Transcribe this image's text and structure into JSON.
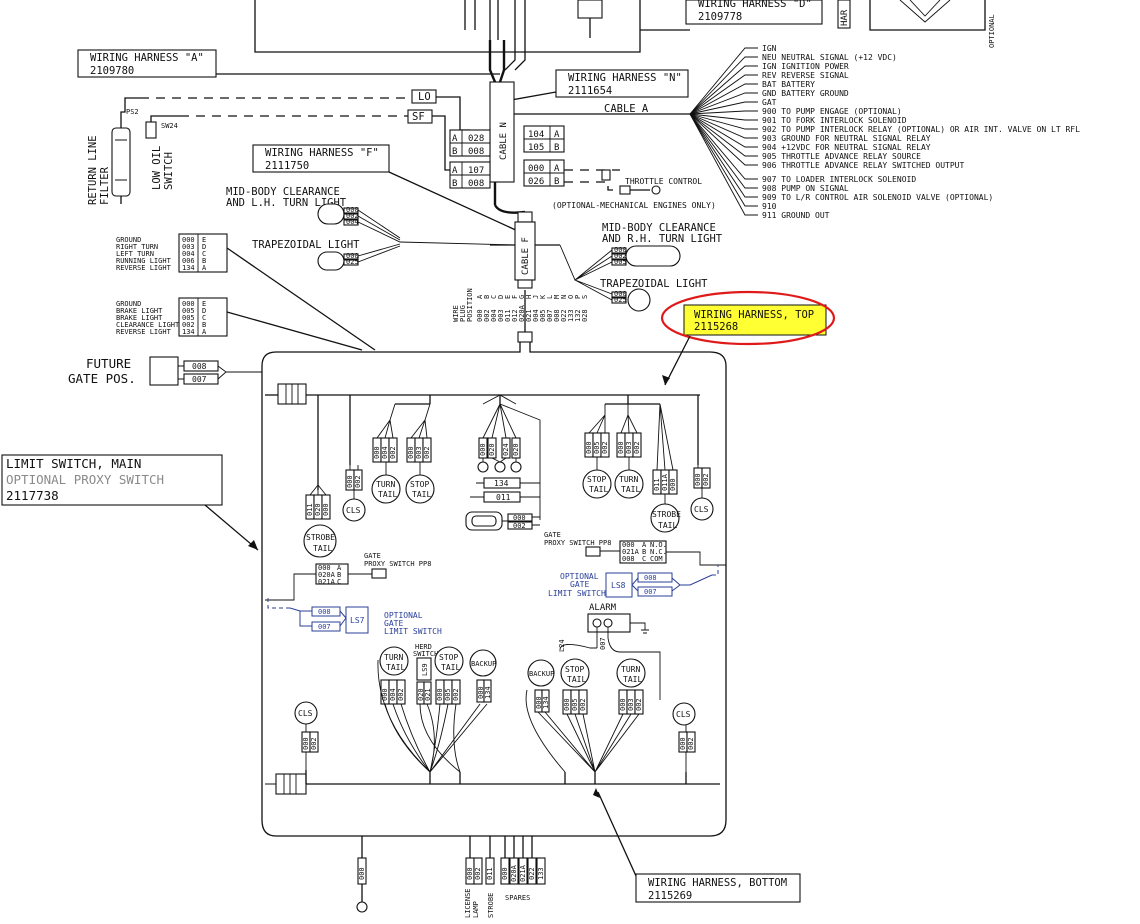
{
  "top_fragments": {
    "harness_d_title": "WIRING HARNESS \"D\"",
    "harness_d_number": "2109778",
    "har_fragment": "HAR",
    "optional_label": "OPTIONAL"
  },
  "harness_a": {
    "title": "WIRING HARNESS \"A\"",
    "number": "2109780"
  },
  "harness_n": {
    "title": "WIRING HARNESS \"N\"",
    "number": "2111654"
  },
  "harness_f": {
    "title": "WIRING HARNESS \"F\"",
    "number": "2111750"
  },
  "harness_top": {
    "title": "WIRING HARNESS, TOP",
    "number": "2115268",
    "highlight_color": "#ffff33",
    "circle_color": "#e01a1a"
  },
  "harness_bottom": {
    "title": "WIRING HARNESS, BOTTOM",
    "number": "2115269"
  },
  "limit_switch_box": {
    "title": "LIMIT SWITCH, MAIN",
    "subtitle": "OPTIONAL PROXY SWITCH",
    "number": "2117738"
  },
  "return_filter": {
    "label_1": "RETURN LINE",
    "label_2": "FILTER",
    "sensor": "PS2",
    "switch": "SW24",
    "switch_label_1": "LOW OIL",
    "switch_label_2": "SWITCH",
    "tag_lo": "LO",
    "tag_sf": "SF"
  },
  "n_connectors": {
    "c1": [
      {
        "w": "028",
        "p": "A"
      },
      {
        "w": "008",
        "p": "B"
      }
    ],
    "c2": [
      {
        "w": "107",
        "p": "A"
      },
      {
        "w": "008",
        "p": "B"
      }
    ],
    "c3": [
      {
        "w": "104",
        "p": "A"
      },
      {
        "w": "105",
        "p": "B"
      }
    ],
    "c4": [
      {
        "w": "000",
        "p": "A"
      },
      {
        "w": "026",
        "p": "B"
      }
    ],
    "cable_n": "CABLE N",
    "cable_a": "CABLE A",
    "cable_f": "CABLE F"
  },
  "throttle": {
    "label": "THROTTLE CONTROL",
    "note": "(OPTIONAL-MECHANICAL ENGINES ONLY)"
  },
  "cable_a_signals": [
    {
      "code": "IGN",
      "desc": ""
    },
    {
      "code": "NEU",
      "desc": "NEUTRAL SIGNAL (+12 VDC)"
    },
    {
      "code": "IGN",
      "desc": "IGNITION POWER"
    },
    {
      "code": "REV",
      "desc": "REVERSE SIGNAL"
    },
    {
      "code": "BAT",
      "desc": "BATTERY"
    },
    {
      "code": "GND",
      "desc": "BATTERY GROUND"
    },
    {
      "code": "GAT",
      "desc": ""
    },
    {
      "code": "900",
      "desc": "TO PUMP ENGAGE (OPTIONAL)"
    },
    {
      "code": "901",
      "desc": "TO FORK INTERLOCK SOLENOID"
    },
    {
      "code": "902",
      "desc": "TO PUMP INTERLOCK RELAY (OPTIONAL) OR AIR INT. VALVE ON LT RFL"
    },
    {
      "code": "903",
      "desc": "GROUND FOR NEUTRAL SIGNAL RELAY"
    },
    {
      "code": "904",
      "desc": "+12VDC FOR NEUTRAL SIGNAL RELAY"
    },
    {
      "code": "905",
      "desc": "THROTTLE ADVANCE RELAY SOURCE"
    },
    {
      "code": "906",
      "desc": "THROTTLE ADVANCE RELAY SWITCHED OUTPUT"
    },
    {
      "code": "907",
      "desc": "TO LOADER INTERLOCK SOLENOID"
    },
    {
      "code": "908",
      "desc": "PUMP ON SIGNAL"
    },
    {
      "code": "909",
      "desc": "TO L/R CONTROL AIR SOLENOID VALVE (OPTIONAL)"
    },
    {
      "code": "910",
      "desc": ""
    },
    {
      "code": "911",
      "desc": "GROUND OUT"
    }
  ],
  "mid_body_left": {
    "label_1": "MID-BODY CLEARANCE",
    "label_2": "AND L.H. TURN LIGHT",
    "wires": [
      "000",
      "002",
      "004"
    ]
  },
  "trap_left": {
    "label": "TRAPEZOIDAL LIGHT",
    "wires": [
      "000",
      "025"
    ]
  },
  "mid_body_right": {
    "label_1": "MID-BODY CLEARANCE",
    "label_2": "AND R.H. TURN LIGHT",
    "wires": [
      "000",
      "002",
      "005"
    ]
  },
  "trap_right": {
    "label": "TRAPEZOIDAL LIGHT",
    "wires": [
      "000",
      "025"
    ]
  },
  "table_1": [
    {
      "name": "GROUND",
      "wire": "000",
      "pin": "E"
    },
    {
      "name": "RIGHT TURN",
      "wire": "003",
      "pin": "D"
    },
    {
      "name": "LEFT TURN",
      "wire": "004",
      "pin": "C"
    },
    {
      "name": "RUNNING LIGHT",
      "wire": "006",
      "pin": "B"
    },
    {
      "name": "REVERSE LIGHT",
      "wire": "134",
      "pin": "A"
    }
  ],
  "table_2": [
    {
      "name": "GROUND",
      "wire": "000",
      "pin": "E"
    },
    {
      "name": "BRAKE LIGHT",
      "wire": "005",
      "pin": "D"
    },
    {
      "name": "BRAKE LIGHT",
      "wire": "005",
      "pin": "C"
    },
    {
      "name": "CLEARANCE LIGHT",
      "wire": "002",
      "pin": "B"
    },
    {
      "name": "REVERSE LIGHT",
      "wire": "134",
      "pin": "A"
    }
  ],
  "plug_table": {
    "header_1": "WIRE",
    "header_2": "PLUG",
    "header_3": "POSITION",
    "wires": [
      "000",
      "002",
      "004",
      "003",
      "011",
      "012",
      "020A",
      "021",
      "004",
      "005",
      "007",
      "008",
      "022",
      "133",
      "132",
      "028"
    ],
    "positions": [
      "A",
      "B",
      "C",
      "D",
      "E",
      "F",
      "G",
      "H",
      "J",
      "K",
      "L",
      "M",
      "N",
      "O",
      "P",
      "S"
    ]
  },
  "future_gate": {
    "label_1": "FUTURE",
    "label_2": "GATE POS.",
    "wires": [
      "008",
      "007"
    ]
  },
  "top_harness_lights": {
    "strobe_left": {
      "label_1": "STROBE",
      "label_2": "TAIL",
      "wires": [
        "011",
        "020",
        "000"
      ]
    },
    "cls_left": {
      "label": "CLS",
      "wires": [
        "000",
        "002"
      ]
    },
    "turn_tail_left": {
      "label_1": "TURN",
      "label_2": "TAIL",
      "wires": [
        "000",
        "004",
        "002"
      ]
    },
    "stop_tail_left": {
      "label_1": "STOP",
      "label_2": "TAIL",
      "wires": [
        "000",
        "003",
        "002"
      ]
    },
    "center_wires": [
      "000",
      "020",
      "024",
      "020"
    ],
    "wire_134": "134",
    "wire_011": "011",
    "plate_wires": [
      "000",
      "002"
    ],
    "stop_tail_right": {
      "label_1": "STOP",
      "label_2": "TAIL",
      "wires": [
        "000",
        "005",
        "002"
      ]
    },
    "turn_tail_right": {
      "label_1": "TURN",
      "label_2": "TAIL",
      "wires": [
        "000",
        "003",
        "002"
      ]
    },
    "strobe_right": {
      "label_1": "STROBE",
      "label_2": "TAIL",
      "wires": [
        "011",
        "011A",
        "000"
      ]
    },
    "cls_right": {
      "label": "CLS",
      "wires": [
        "000",
        "002"
      ]
    }
  },
  "gate_proxy_left": {
    "label_1": "GATE",
    "label_2": "PROXY SWITCH PP8",
    "rows": [
      {
        "w": "000",
        "p": "A"
      },
      {
        "w": "020A",
        "p": "B"
      },
      {
        "w": "021A",
        "p": "C"
      }
    ]
  },
  "gate_proxy_right": {
    "label_1": "GATE",
    "label_2": "PROXY SWITCH PP8",
    "rows": [
      {
        "w": "000",
        "p": "A",
        "f": "N.O."
      },
      {
        "w": "021A",
        "p": "B",
        "f": "N.C."
      },
      {
        "w": "008",
        "p": "C",
        "f": "COM"
      }
    ]
  },
  "ls7": {
    "tag": "LS7",
    "wires": [
      "008",
      "007"
    ],
    "label_1": "OPTIONAL",
    "label_2": "GATE",
    "label_3": "LIMIT SWITCH"
  },
  "ls8": {
    "tag": "LS8",
    "wires": [
      "008",
      "007"
    ],
    "label_1": "OPTIONAL",
    "label_2": "GATE",
    "label_3": "LIMIT SWITCH"
  },
  "alarm": {
    "label": "ALARM",
    "wires": [
      "L24",
      "007"
    ]
  },
  "bottom_harness_lights": {
    "cls_left": {
      "label": "CLS",
      "wires": [
        "000",
        "002"
      ]
    },
    "turn_tail_left": {
      "label_1": "TURN",
      "label_2": "TAIL",
      "wires": [
        "000",
        "004",
        "002"
      ]
    },
    "ls9": {
      "label_1": "HERD",
      "label_2": "SWITCH",
      "tag": "LS9",
      "wires": [
        "020",
        "021"
      ]
    },
    "stop_tail_left": {
      "label_1": "STOP",
      "label_2": "TAIL",
      "wires": [
        "000",
        "005",
        "002"
      ]
    },
    "backup_left": {
      "label": "BACKUP",
      "wires": [
        "000",
        "134"
      ]
    },
    "backup_right": {
      "label": "BACKUP",
      "wires": [
        "000",
        "134"
      ]
    },
    "stop_tail_right": {
      "label_1": "STOP",
      "label_2": "TAIL",
      "wires": [
        "000",
        "005",
        "002"
      ]
    },
    "turn_tail_right": {
      "label_1": "TURN",
      "label_2": "TAIL",
      "wires": [
        "000",
        "003",
        "002"
      ]
    },
    "cls_right": {
      "label": "CLS",
      "wires": [
        "000",
        "002"
      ]
    }
  },
  "bottom_outputs": {
    "ground_wire": "000",
    "license_wires": [
      "000",
      "002"
    ],
    "strobe_wire": "011",
    "spare_wires": [
      "000",
      "020A",
      "021A",
      "022",
      "133"
    ],
    "license_label_1": "LICENSE",
    "license_label_2": "LAMP",
    "strobe_label": "STROBE",
    "spares_label": "SPARES"
  }
}
